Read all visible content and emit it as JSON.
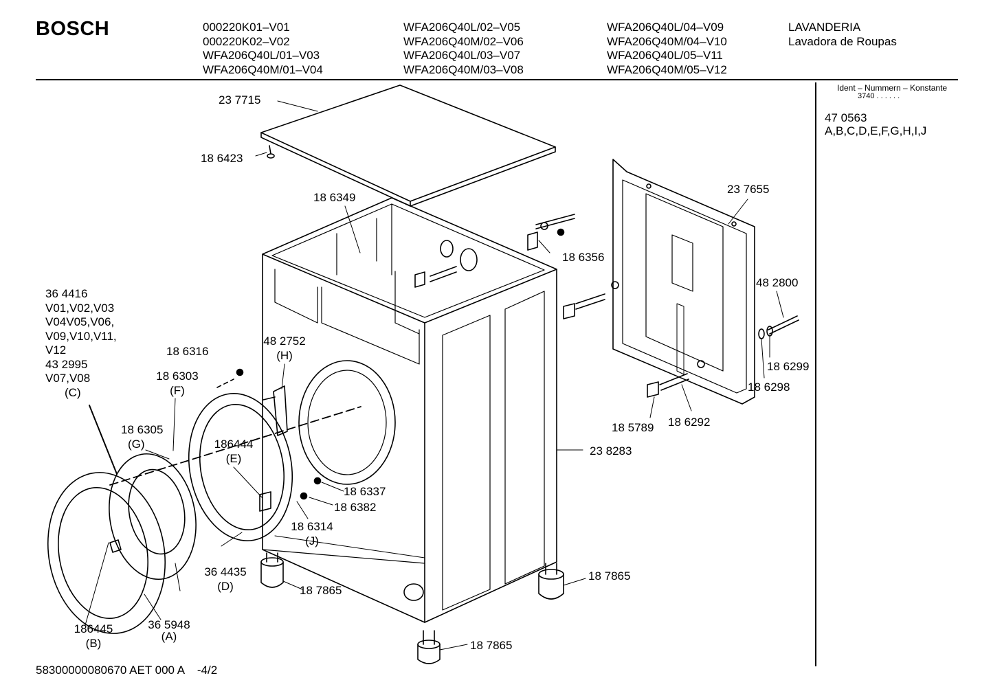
{
  "header": {
    "brand": "BOSCH",
    "models": [
      [
        "000220K01–V01",
        "000220K02–V02",
        "WFA206Q40L/01–V03",
        "WFA206Q40M/01–V04"
      ],
      [
        "WFA206Q40L/02–V05",
        "WFA206Q40M/02–V06",
        "WFA206Q40L/03–V07",
        "WFA206Q40M/03–V08"
      ],
      [
        "WFA206Q40L/04–V09",
        "WFA206Q40M/04–V10",
        "WFA206Q40L/05–V11",
        "WFA206Q40M/05–V12"
      ]
    ],
    "category": [
      "LAVANDERIA",
      "Lavadora de Roupas"
    ]
  },
  "ident": {
    "title": "Ident – Nummern – Konstante",
    "code_line": "3740  . .     . . . .",
    "part_number": "47 0563",
    "variants": "A,B,C,D,E,F,G,H,I,J"
  },
  "footer": {
    "doc_number": "58300000080670 AET 000 A",
    "page": "-4/2"
  },
  "parts": {
    "p237715": "23  7715",
    "p186423": "18  6423",
    "p186349": "18 6349",
    "p237655": "23  7655",
    "p186356": "18 6356",
    "p482800": "48 2800",
    "p186299": "18 6299",
    "p186298": "18 6298",
    "p185789": "18 5789",
    "p186292": "18 6292",
    "p238283": "23 8283",
    "p364416_lines": [
      "36 4416",
      "V01,V02,V03",
      "V04V05,V06,",
      "V09,V10,V11,",
      "V12",
      "43 2995",
      "V07,V08",
      "(C)"
    ],
    "p186316": "18 6316",
    "p482752": "48 2752",
    "p482752_ref": "(H)",
    "p186303": "18 6303",
    "p186303_ref": "(F)",
    "p186305": "18 6305",
    "p186305_ref": "(G)",
    "p186444": "186444",
    "p186444_ref": "(E)",
    "p186337": "18 6337",
    "p186382": "18 6382",
    "p186314": "18 6314",
    "p186314_ref": "(J)",
    "p364435": "36 4435",
    "p364435_ref": "(D)",
    "p187865_a": "18 7865",
    "p187865_b": "18 7865",
    "p187865_c": "18 7865",
    "p186445": "186445",
    "p186445_ref": "(B)",
    "p365948": "36 5948",
    "p365948_ref": "(A)"
  }
}
